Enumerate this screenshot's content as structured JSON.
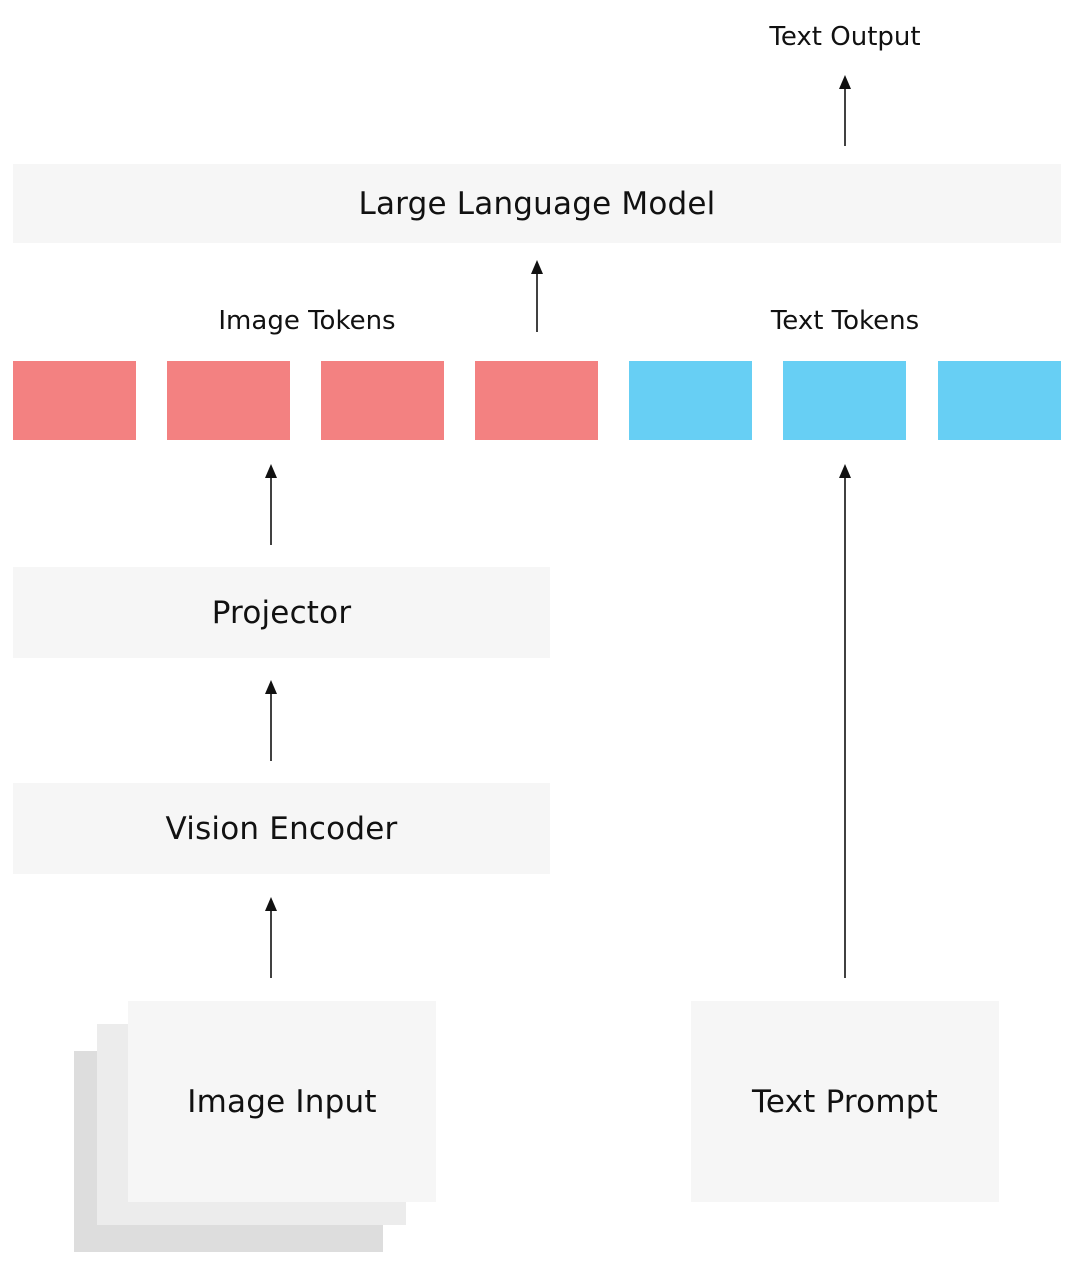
{
  "labels": {
    "text_output": "Text Output",
    "image_tokens": "Image Tokens",
    "text_tokens": "Text Tokens"
  },
  "blocks": {
    "llm": "Large Language Model",
    "projector": "Projector",
    "vision_encoder": "Vision Encoder",
    "image_input": "Image Input",
    "text_prompt": "Text Prompt"
  },
  "tokens": {
    "image_count": 4,
    "text_count": 3,
    "image_color": "#f38181",
    "text_color": "#67cff4"
  },
  "colors": {
    "block_fill": "#f6f6f6",
    "stack_mid": "#ececec",
    "stack_back": "#dddddd",
    "arrow": "#111111"
  }
}
